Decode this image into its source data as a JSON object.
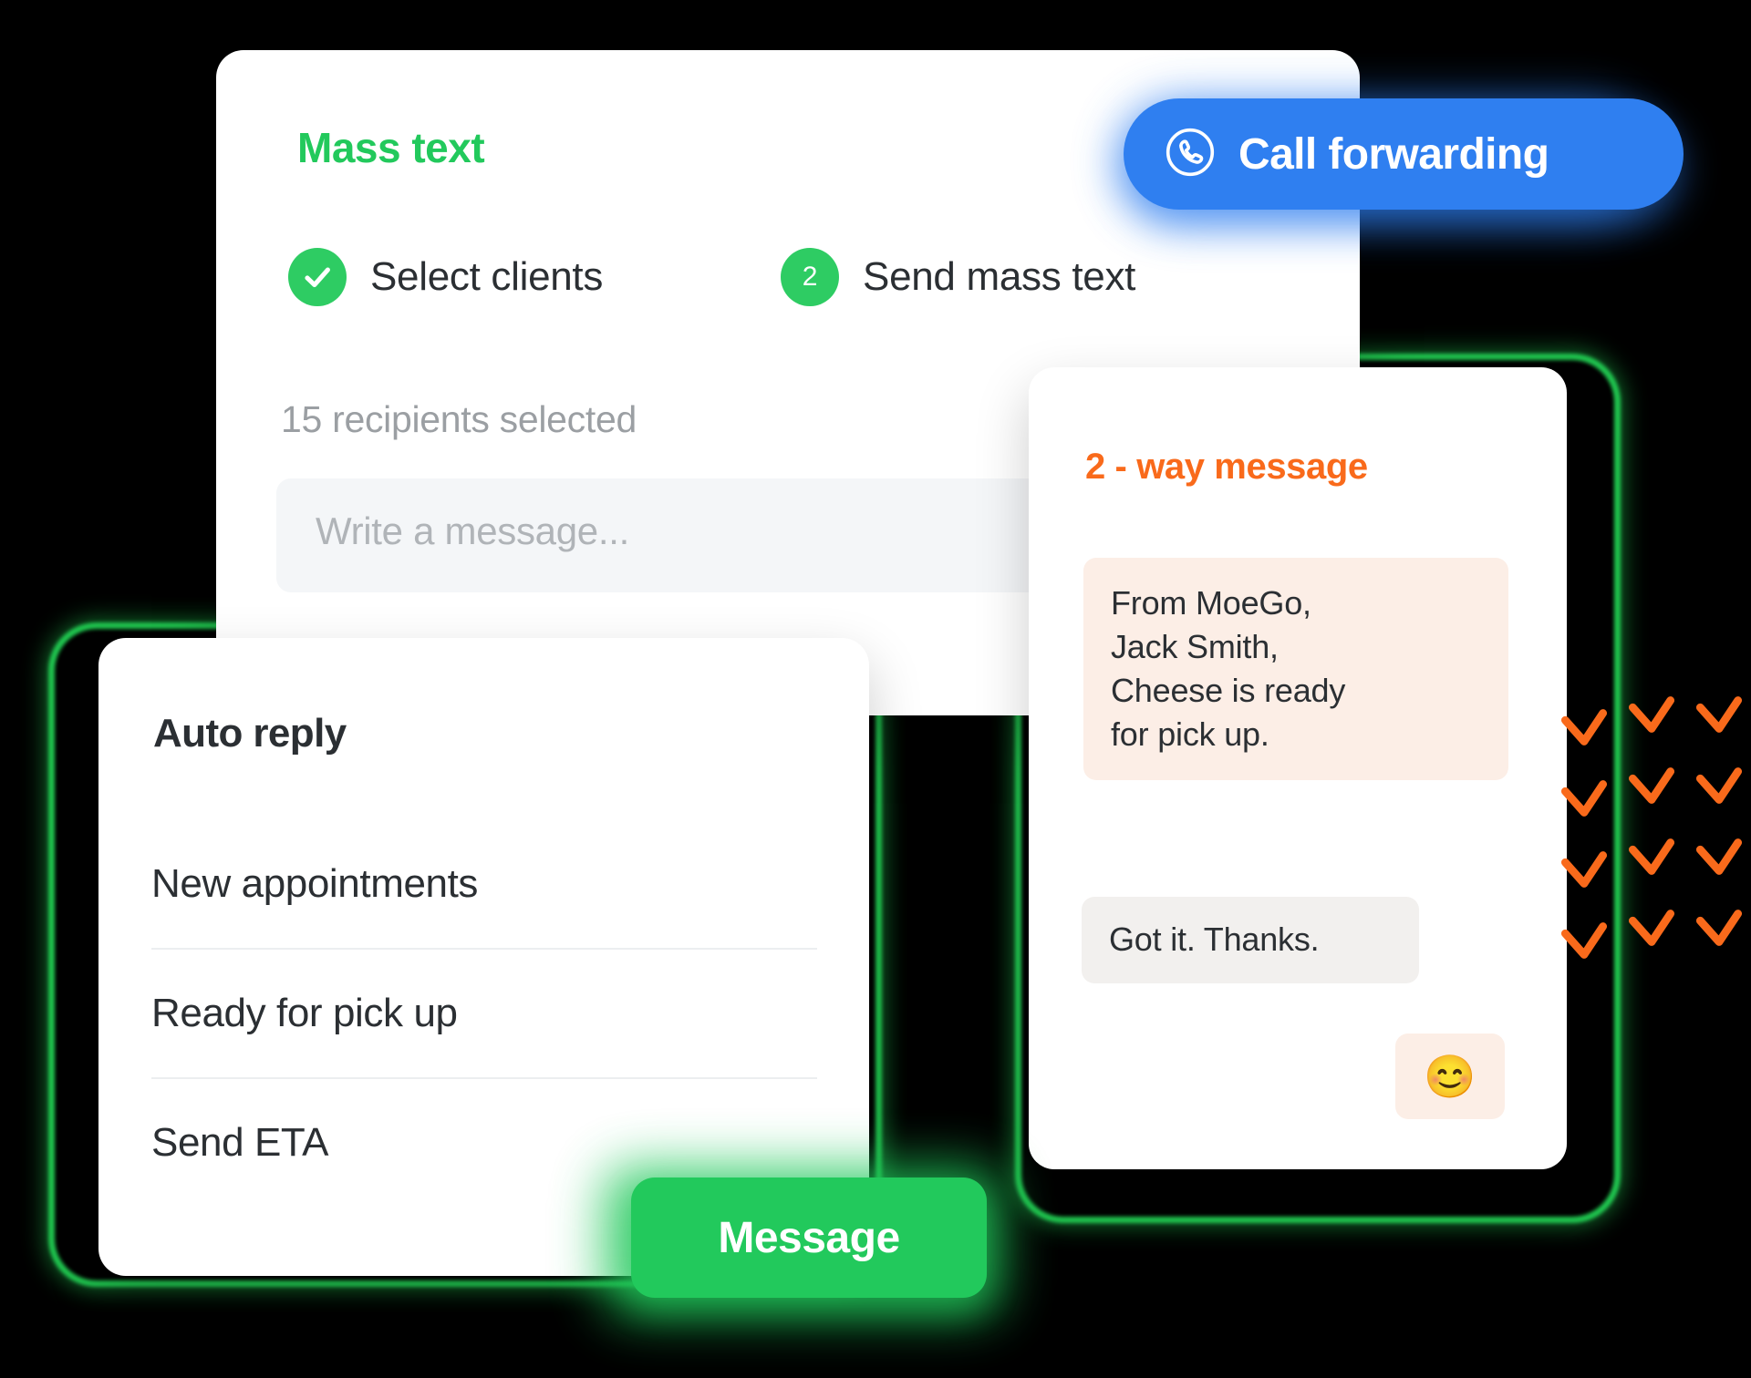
{
  "background_color": "#000000",
  "colors": {
    "green": "#22c95c",
    "blue": "#2f7ff0",
    "orange": "#f96a1b",
    "text_dark": "#2b2f33",
    "text_muted": "#9b9fa3",
    "input_bg": "#f4f6f8",
    "bubble_in_bg": "#fceee6",
    "bubble_out_bg": "#f2f0ee"
  },
  "mass_text_card": {
    "title": "Mass text",
    "steps": [
      {
        "icon": "check-icon",
        "label": "Select clients",
        "state": "completed"
      },
      {
        "number": "2",
        "label": "Send mass text",
        "state": "current"
      }
    ],
    "recipients_status": "15 recipients selected",
    "message_input_placeholder": "Write a message...",
    "message_input_value": ""
  },
  "call_forwarding": {
    "icon": "phone-circle-icon",
    "label": "Call forwarding"
  },
  "two_way_message_card": {
    "title": "2 - way message",
    "messages": [
      {
        "direction": "incoming",
        "lines": [
          "From MoeGo,",
          "Jack Smith,",
          "Cheese is ready",
          "for pick up."
        ]
      },
      {
        "direction": "outgoing",
        "lines": [
          "Got it. Thanks."
        ]
      },
      {
        "direction": "reaction",
        "emoji": "😊"
      }
    ]
  },
  "auto_reply_card": {
    "title": "Auto reply",
    "items": [
      {
        "label": "New appointments"
      },
      {
        "label": "Ready for pick up"
      },
      {
        "label": "Send ETA"
      }
    ]
  },
  "message_button": {
    "label": "Message"
  },
  "check_pattern": {
    "icon": "check-mark-icon",
    "columns": 3,
    "rows": 4,
    "color": "#f96a1b"
  }
}
